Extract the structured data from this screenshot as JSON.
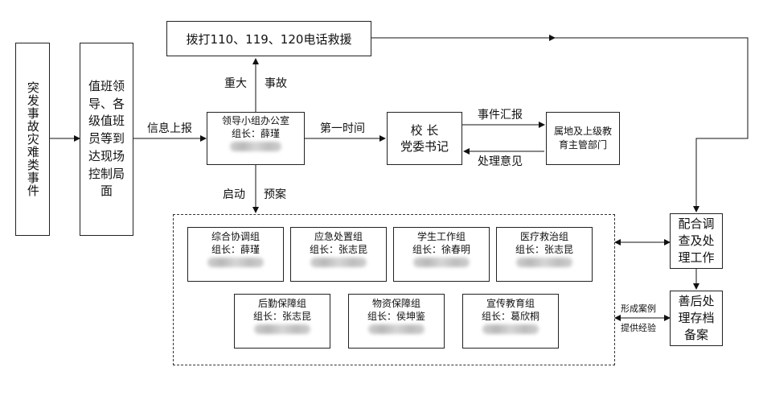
{
  "nodes": {
    "emergency": "突发事故灾难类事件",
    "duty": "值班领导、各级值班员等到达现场控制局面",
    "call": "拨打110、119、120电话救援",
    "office_title": "领导小组办公室",
    "office_leader": "组长：薛瑾",
    "principal_line1": "校 长",
    "principal_line2": "党委书记",
    "local_dept": "属地及上级教育主管部门",
    "investigate": "配合调查及处理工作",
    "archive": "善后处理存档备案"
  },
  "edge_labels": {
    "report_up": "信息上报",
    "major_left": "重大",
    "major_right": "事故",
    "first_time": "第一时间",
    "incident_report": "事件汇报",
    "handling_opinion": "处理意见",
    "start_left": "启动",
    "start_right": "预案",
    "form_case": "形成案例",
    "provide_exp": "提供经验"
  },
  "teams_row1": [
    {
      "name": "综合协调组",
      "leader": "组长：薛瑾"
    },
    {
      "name": "应急处置组",
      "leader": "组长：张志昆"
    },
    {
      "name": "学生工作组",
      "leader": "组长：徐春明"
    },
    {
      "name": "医疗救治组",
      "leader": "组长：张志昆"
    }
  ],
  "teams_row2": [
    {
      "name": "后勤保障组",
      "leader": "组长：张志昆"
    },
    {
      "name": "物资保障组",
      "leader": "组长：侯坤鉴"
    },
    {
      "name": "宣传教育组",
      "leader": "组长：葛欣桐"
    }
  ]
}
